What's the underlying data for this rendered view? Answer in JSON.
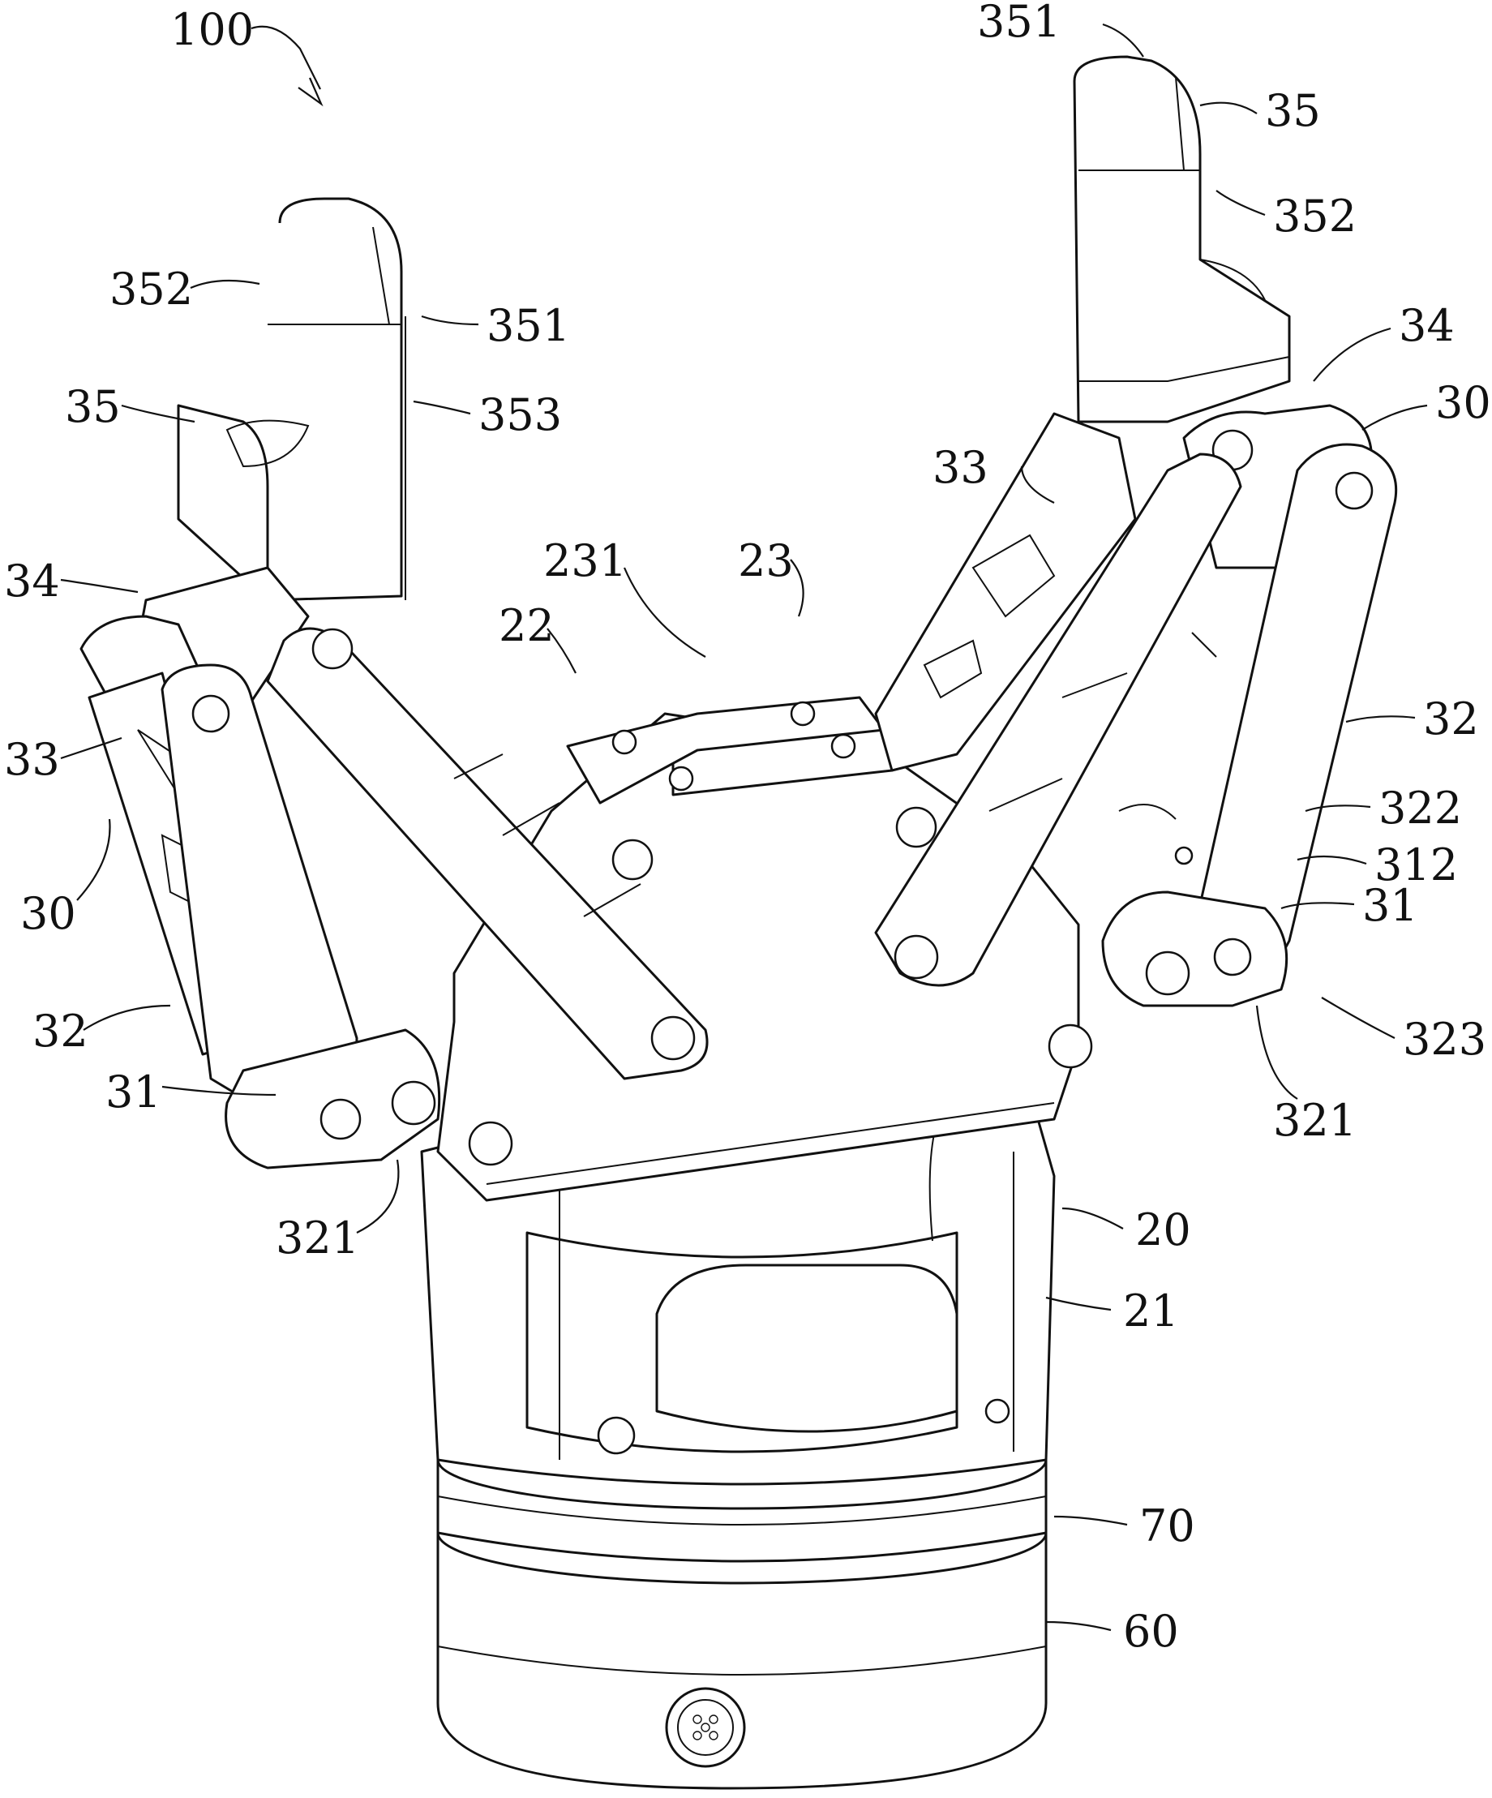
{
  "figure": {
    "assembly_ref": "100",
    "reference_numerals": [
      "351",
      "35",
      "352",
      "34",
      "30",
      "33",
      "231",
      "23",
      "22",
      "32",
      "322",
      "312",
      "31",
      "323",
      "321",
      "352",
      "351",
      "35",
      "353",
      "34",
      "33",
      "30",
      "32",
      "31",
      "321",
      "20",
      "21",
      "70",
      "60"
    ]
  }
}
